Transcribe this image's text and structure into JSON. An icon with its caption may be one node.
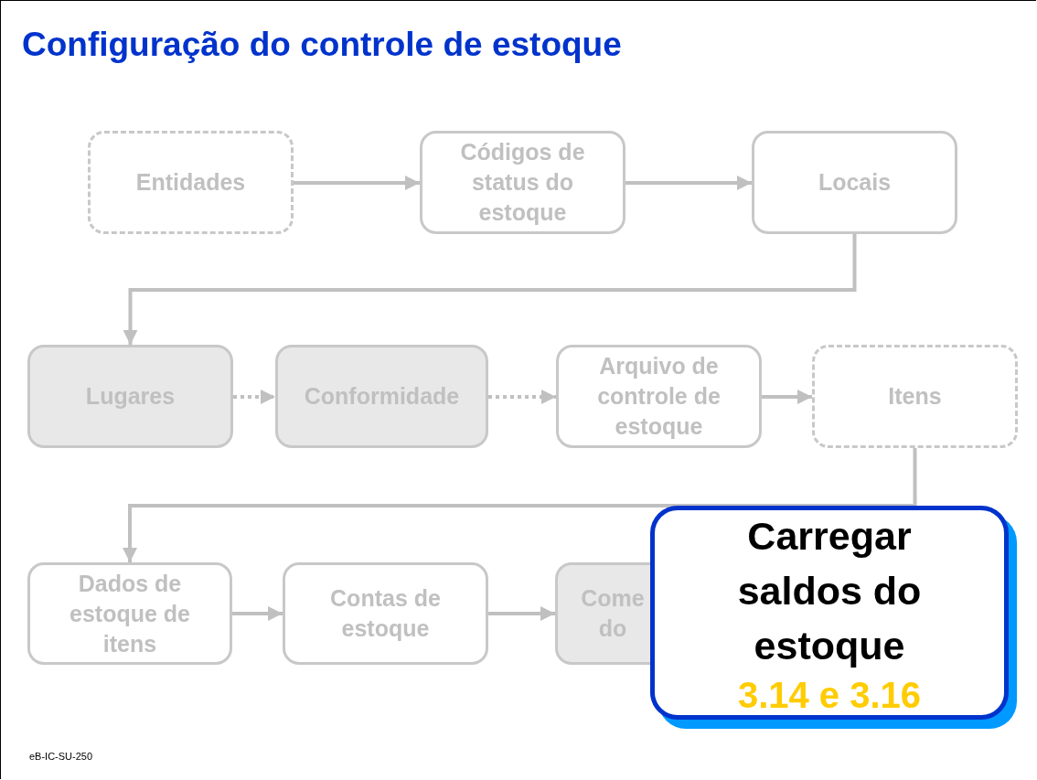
{
  "diagram": {
    "title": "Configuração do controle de estoque",
    "nodes": [
      {
        "text": [
          "Entidades"
        ]
      },
      {
        "text": [
          "Códigos de status do estoque"
        ]
      },
      {
        "text": [
          "Locais"
        ]
      },
      {
        "text": [
          "Lugares"
        ]
      },
      {
        "text": [
          "Conformidade"
        ]
      },
      {
        "text": [
          "Arquivo de controle de estoque"
        ]
      },
      {
        "text": [
          "Itens"
        ]
      },
      {
        "text": [
          "Dados de estoque de itens"
        ]
      },
      {
        "text": [
          "Contas de estoque"
        ]
      },
      {
        "text": [
          "Come do"
        ]
      },
      {
        "text": [
          "Carregar saldos do estoque",
          "3.14 e 3.16"
        ]
      }
    ],
    "edges": [
      {
        "from": 0,
        "to": 1,
        "arrow": "to"
      },
      {
        "from": 1,
        "to": 2,
        "arrow": "to"
      },
      {
        "from": 2,
        "to": 3,
        "arrow": "to"
      },
      {
        "from": 3,
        "to": 4,
        "arrow": "to",
        "style": "dashed"
      },
      {
        "from": 4,
        "to": 5,
        "arrow": "to",
        "style": "dashed"
      },
      {
        "from": 5,
        "to": 6,
        "arrow": "to"
      },
      {
        "from": 6,
        "to": 7,
        "arrow": "to"
      },
      {
        "from": 7,
        "to": 8,
        "arrow": "to"
      },
      {
        "from": 8,
        "to": 9,
        "arrow": "to"
      }
    ],
    "labels": [
      "eB-IC-SU-250"
    ]
  }
}
